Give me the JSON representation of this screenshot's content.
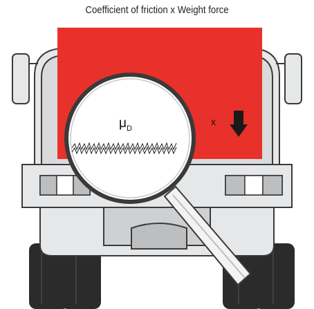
{
  "caption": "Coefficient of friction x Weight force",
  "magnifier": {
    "symbol": "μ",
    "subscript": "D"
  },
  "operator": "x",
  "icons": {
    "weight": "down-arrow-icon",
    "magnifier": "magnifying-glass-icon"
  },
  "colors": {
    "load": "#e8312a",
    "truck_body": "#e6e7e8",
    "outline": "#3a3a3a",
    "tire": "#2b2b2b"
  }
}
